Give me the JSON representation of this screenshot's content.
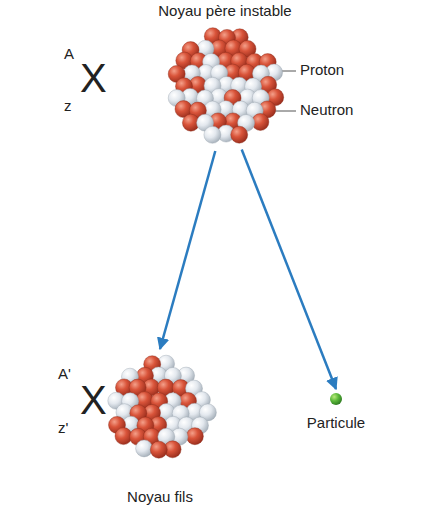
{
  "diagram": {
    "nodes": [
      {
        "text": [
          "Noyau père instable"
        ]
      },
      {
        "text": [
          "Noyau fils"
        ]
      },
      {
        "text": [
          "Particule"
        ]
      }
    ],
    "edges": [
      {
        "from": 0,
        "to": 1,
        "arrow": "to"
      },
      {
        "from": 0,
        "to": 2,
        "arrow": "to"
      }
    ],
    "labels": [
      "A",
      "z",
      "X",
      "Proton",
      "Neutron",
      "A'",
      "z'",
      "X"
    ]
  }
}
